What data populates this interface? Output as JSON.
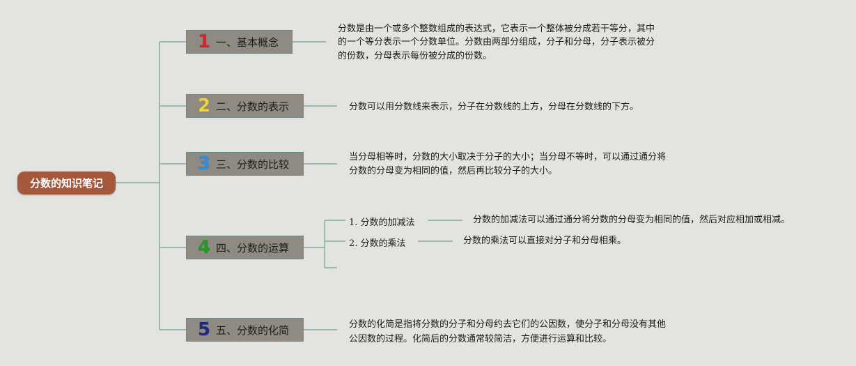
{
  "root": {
    "label": "分数的知识笔记"
  },
  "branches": [
    {
      "number": "1",
      "number_color": "#d8232f",
      "title": "一、基本概念",
      "desc": [
        "分数是由一个或多个整数组成的表达式，它表示一个整体被分成若干等分，其中",
        "的一个等分表示一个分数单位。分数由两部分组成，分子和分母，分子表示被分",
        "的份数，分母表示每份被分成的份数。"
      ]
    },
    {
      "number": "2",
      "number_color": "#f1d33e",
      "title": "二、分数的表示",
      "desc": [
        "分数可以用分数线来表示，分子在分数线的上方，分母在分数线的下方。"
      ]
    },
    {
      "number": "3",
      "number_color": "#2f8ed8",
      "title": "三、分数的比较",
      "desc": [
        "当分母相等时，分数的大小取决于分子的大小；当分母不等时，可以通过通分将",
        "分数的分母变为相同的值，然后再比较分子的大小。"
      ]
    },
    {
      "number": "4",
      "number_color": "#26962d",
      "title": "四、分数的运算",
      "subs": [
        {
          "label": "1. 分数的加减法",
          "desc": "分数的加减法可以通过通分将分数的分母变为相同的值，然后对应相加或相减。"
        },
        {
          "label": "2. 分数的乘法",
          "desc": "分数的乘法可以直接对分子和分母相乘。"
        }
      ]
    },
    {
      "number": "5",
      "number_color": "#1e2a80",
      "title": "五、分数的化简",
      "desc": [
        "分数的化简是指将分数的分子和分母约去它们的公因数，使分子和分母没有其他",
        "公因数的过程。化简后的分数通常较简洁，方便进行运算和比较。"
      ]
    }
  ],
  "colors": {
    "line": "#6b9e95",
    "root_bg": "#a5583b",
    "branch_bg": "#8f8a82"
  }
}
